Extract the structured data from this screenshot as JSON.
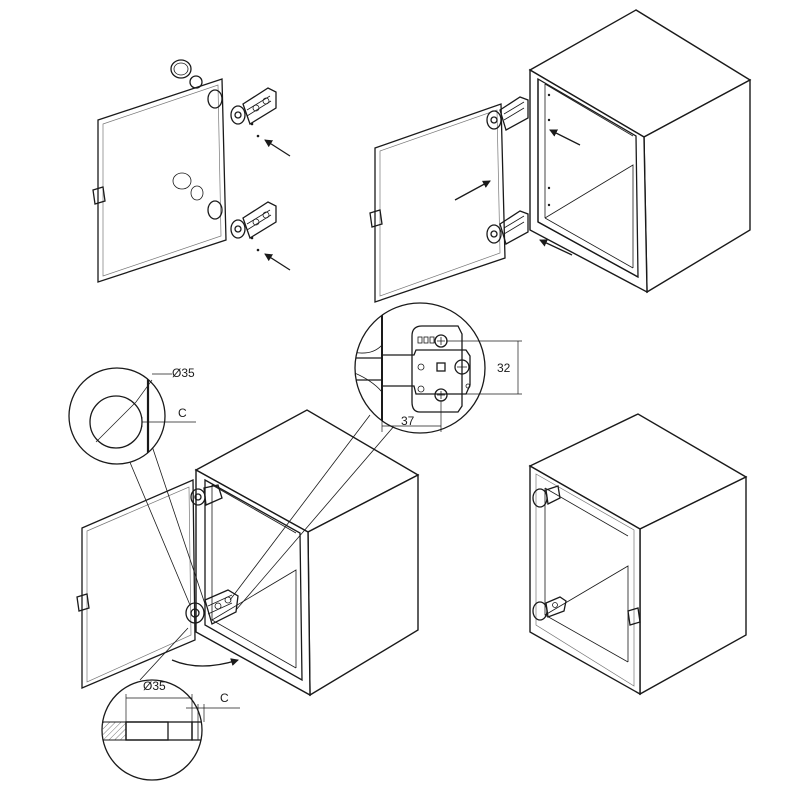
{
  "dimensions": {
    "cup_diameter_top": "Ø35",
    "distance_top": "C",
    "cup_diameter_bottom": "Ø35",
    "distance_bottom": "C",
    "plate_height": "32",
    "plate_depth": "37"
  },
  "icons": {
    "step1": "glass-door-with-hinges-icon",
    "step2": "door-mounting-to-cabinet-icon",
    "step3": "open-door-with-detail-callouts-icon",
    "step4": "closed-cabinet-icon"
  }
}
